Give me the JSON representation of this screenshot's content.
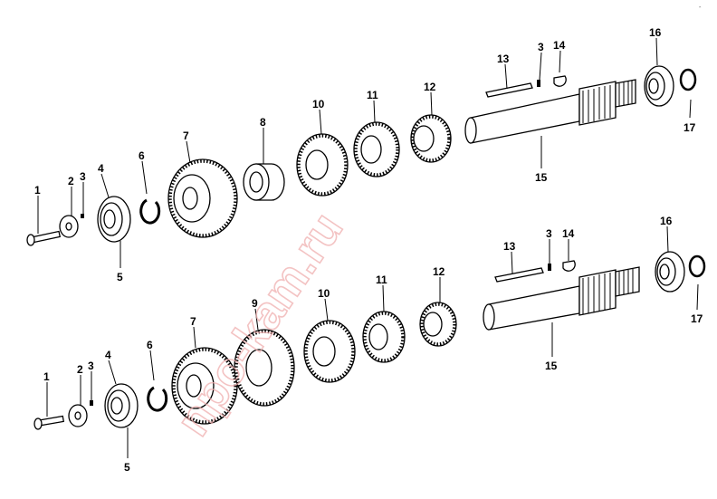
{
  "watermark": "npo-kam.ru",
  "corner_mark": "ᵔ",
  "callouts": [
    "1",
    "2",
    "3",
    "4",
    "5",
    "6",
    "7",
    "8",
    "10",
    "11",
    "12",
    "13",
    "3",
    "14",
    "16",
    "17",
    "15",
    "1",
    "2",
    "3",
    "4",
    "5",
    "6",
    "7",
    "9",
    "10",
    "11",
    "12",
    "13",
    "3",
    "14",
    "16",
    "17",
    "15"
  ]
}
